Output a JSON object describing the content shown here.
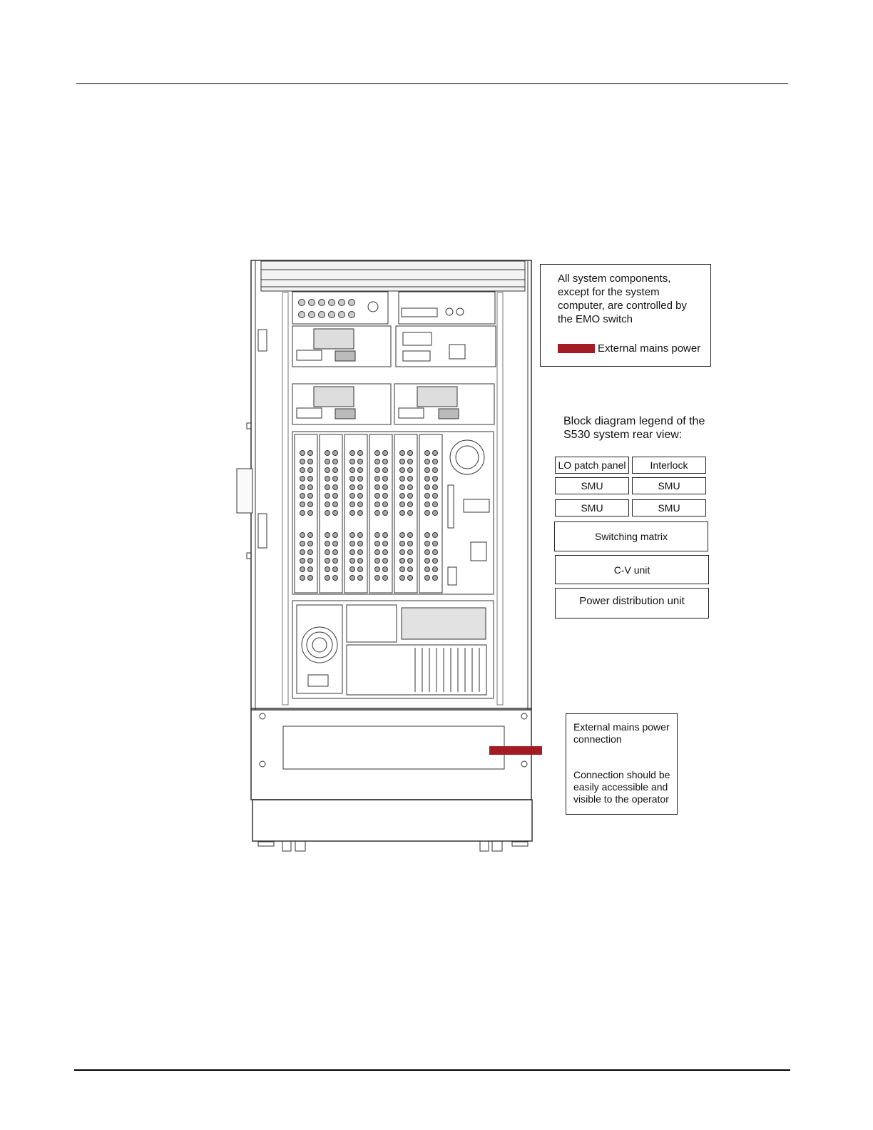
{
  "colors": {
    "mains_power": "#a31c24",
    "line": "#222222"
  },
  "emo_note": {
    "lines": [
      "All system components,",
      "except for the system",
      "computer, are controlled by",
      "the EMO switch"
    ],
    "swatch_label": "External mains power"
  },
  "legend": {
    "title_lines": [
      "Block diagram legend of the",
      "S530 system rear view:"
    ],
    "items": {
      "lo_patch": "LO patch panel",
      "interlock": "Interlock",
      "smu1": "SMU",
      "smu2": "SMU",
      "smu3": "SMU",
      "smu4": "SMU",
      "switching": "Switching matrix",
      "cv": "C-V unit",
      "pdu": "Power distribution unit"
    }
  },
  "connection_note": {
    "title_lines": [
      "External mains power",
      "connection"
    ],
    "body_lines": [
      "Connection should be",
      "easily accessible and",
      "visible to the operator"
    ]
  },
  "rack_icons": {
    "fan": "fan-icon",
    "power_inlet": "power-inlet-icon",
    "terminal": "connector-icon"
  }
}
